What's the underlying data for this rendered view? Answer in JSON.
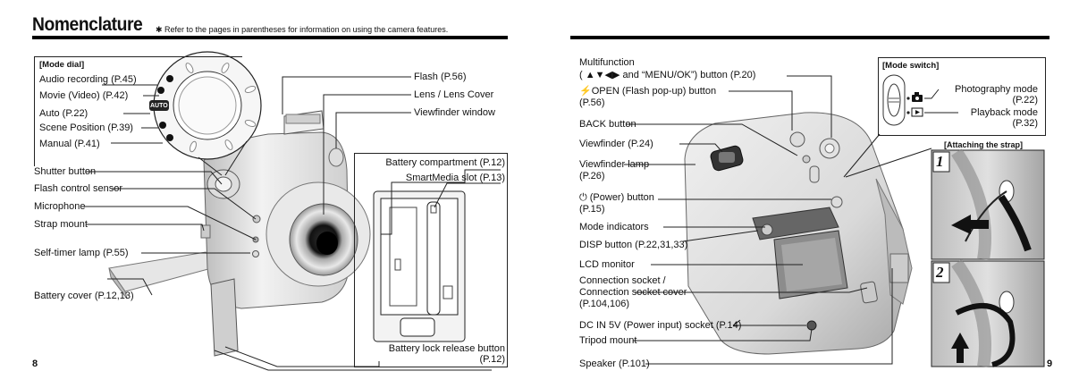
{
  "left_page": {
    "title": "Nomenclature",
    "note": "✱ Refer to the pages in parentheses for information on using the camera features.",
    "page_number": "8",
    "mode_dial": {
      "heading": "[Mode dial]",
      "items": [
        "Audio recording (P.45)",
        "Movie (Video) (P.42)",
        "Auto (P.22)",
        "Scene Position (P.39)",
        "Manual (P.41)"
      ]
    },
    "left_labels": [
      "Shutter button",
      "Flash control sensor",
      "Microphone",
      "Strap mount",
      "Self-timer lamp (P.55)",
      "Battery cover (P.12,13)"
    ],
    "right_labels": [
      "Flash (P.56)",
      "Lens / Lens Cover",
      "Viewfinder window"
    ],
    "battery_box": {
      "compartment": "Battery compartment (P.12)",
      "smartmedia": "SmartMedia slot (P.13)",
      "lock_line1": "Battery lock release button",
      "lock_line2": "(P.12)"
    },
    "dial_text": "AUTO"
  },
  "right_page": {
    "page_number": "9",
    "labels": {
      "multifunction_1": "Multifunction",
      "multifunction_2": "( ▲▼◀▶  and “MENU/OK”) button (P.20)",
      "open_1": "⚡OPEN (Flash pop-up) button",
      "open_2": "(P.56)",
      "back": "BACK button",
      "viewfinder": "Viewfinder (P.24)",
      "vf_lamp_1": "Viewfinder lamp",
      "vf_lamp_2": "(P.26)",
      "power_1": "⏻ (Power) button",
      "power_2": "(P.15)",
      "mode_indicators": "Mode indicators",
      "disp": "DISP button (P.22,31,33)",
      "lcd": "LCD monitor",
      "conn_1": "Connection socket /",
      "conn_2": "Connection socket cover",
      "conn_3": "(P.104,106)",
      "dcin": "DC IN 5V (Power input) socket (P.14)",
      "tripod": "Tripod mount",
      "speaker": "Speaker (P.101)"
    },
    "mode_switch": {
      "heading": "[Mode switch]",
      "photo_1": "Photography mode",
      "photo_2": "(P.22)",
      "play_1": "Playback mode",
      "play_2": "(P.32)"
    },
    "strap": {
      "heading": "[Attaching the strap]",
      "step1": "1",
      "step2": "2"
    }
  },
  "colors": {
    "text": "#111111",
    "rule": "#000000",
    "camera_light": "#e4e4e4",
    "camera_shadow": "#9a9a9a"
  }
}
